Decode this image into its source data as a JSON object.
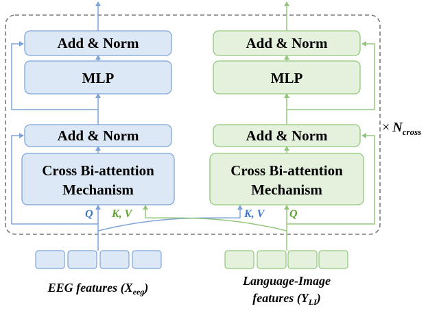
{
  "colors": {
    "eeg_fill": "#dce8f6",
    "eeg_stroke": "#7ea3d8",
    "li_fill": "#e4f1dc",
    "li_stroke": "#92c77b",
    "border": "#7a7a7a",
    "q_color": "#3e74c5",
    "kv_color": "#5aa02c"
  },
  "eeg_branch": {
    "add_norm_top": "Add & Norm",
    "mlp": "MLP",
    "add_norm_bottom": "Add & Norm",
    "attention_line1": "Cross Bi-attention",
    "attention_line2": "Mechanism",
    "q_label": "Q",
    "kv_label": "K, V",
    "caption_text": "EEG features (",
    "caption_var": "X",
    "caption_sub": "eeg",
    "caption_end": ")"
  },
  "li_branch": {
    "add_norm_top": "Add & Norm",
    "mlp": "MLP",
    "add_norm_bottom": "Add & Norm",
    "attention_line1": "Cross Bi-attention",
    "attention_line2": "Mechanism",
    "q_label": "Q",
    "kv_label": "K, V",
    "caption_line1": "Language-Image",
    "caption_text": "features (",
    "caption_var": "Y",
    "caption_sub": "LI",
    "caption_end": ")"
  },
  "repeat": {
    "times": "×",
    "var": "N",
    "sub": "cross"
  }
}
